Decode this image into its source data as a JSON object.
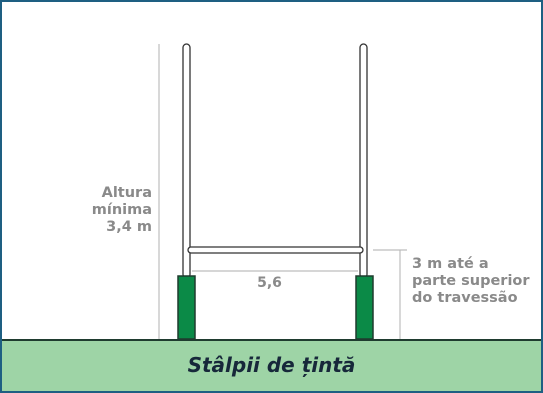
{
  "diagram": {
    "ground_label": "Stâlpii de țintă",
    "min_height_lines": [
      "Altura",
      "mínima",
      "3,4 m"
    ],
    "crossbar_height_lines": [
      "3 m até a",
      "parte superior",
      "do travessão"
    ],
    "width_label": "5,6"
  },
  "colors": {
    "border": "#1e5f82",
    "ground": "#9ed4a6",
    "post_pad": "#0b8a47",
    "post": "#ffffff",
    "guide_line": "#bdbdbd",
    "label": "#8a8a8a"
  }
}
